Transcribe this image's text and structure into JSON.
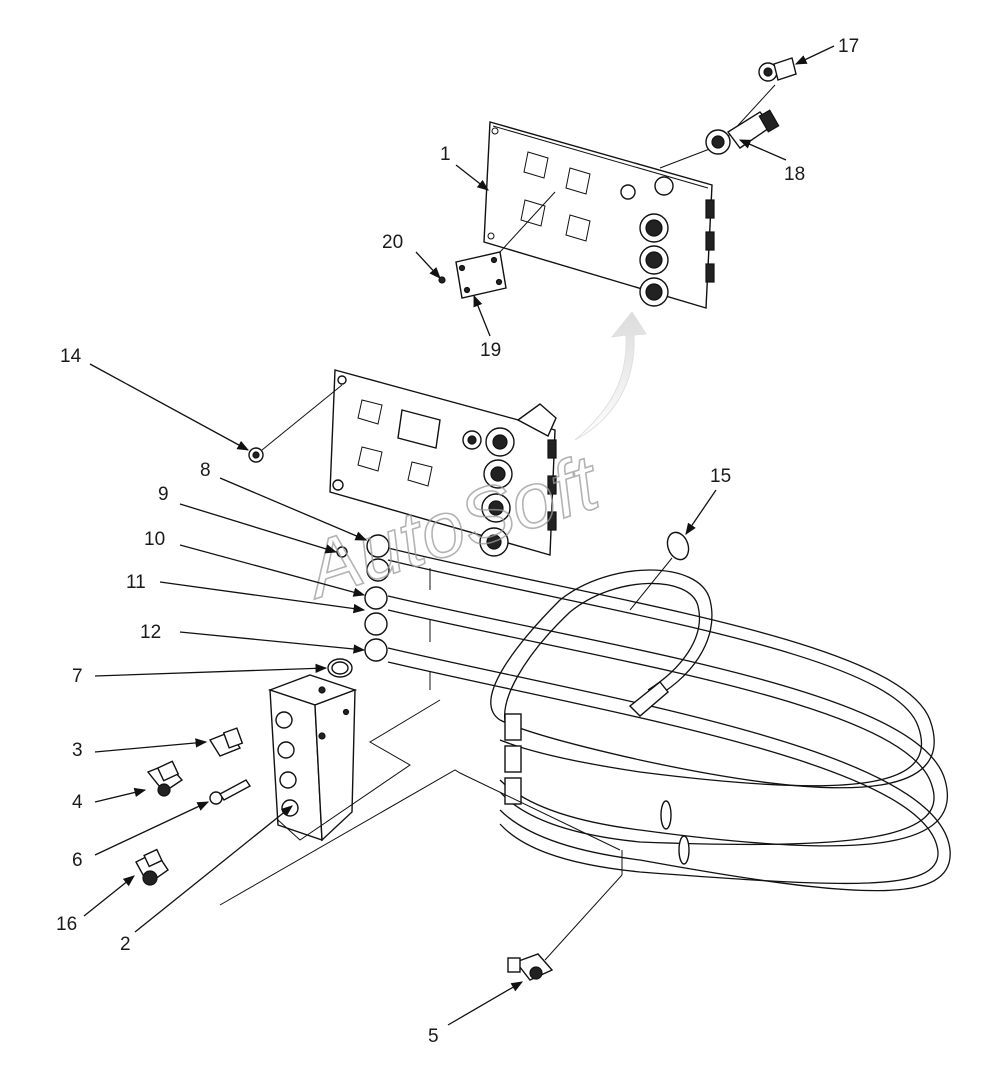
{
  "watermark": "AutoSoft",
  "callouts": [
    {
      "id": "c1",
      "label": "1"
    },
    {
      "id": "c2",
      "label": "2"
    },
    {
      "id": "c3",
      "label": "3"
    },
    {
      "id": "c4",
      "label": "4"
    },
    {
      "id": "c5",
      "label": "5"
    },
    {
      "id": "c6",
      "label": "6"
    },
    {
      "id": "c7",
      "label": "7"
    },
    {
      "id": "c8",
      "label": "8"
    },
    {
      "id": "c9",
      "label": "9"
    },
    {
      "id": "c10",
      "label": "10"
    },
    {
      "id": "c11",
      "label": "11"
    },
    {
      "id": "c12",
      "label": "12"
    },
    {
      "id": "c14",
      "label": "14"
    },
    {
      "id": "c15",
      "label": "15"
    },
    {
      "id": "c16",
      "label": "16"
    },
    {
      "id": "c17",
      "label": "17"
    },
    {
      "id": "c18",
      "label": "18"
    },
    {
      "id": "c19",
      "label": "19"
    },
    {
      "id": "c20",
      "label": "20"
    }
  ],
  "colors": {
    "line": "#111111",
    "watermark": "#9a9a9a",
    "background": "#ffffff"
  }
}
